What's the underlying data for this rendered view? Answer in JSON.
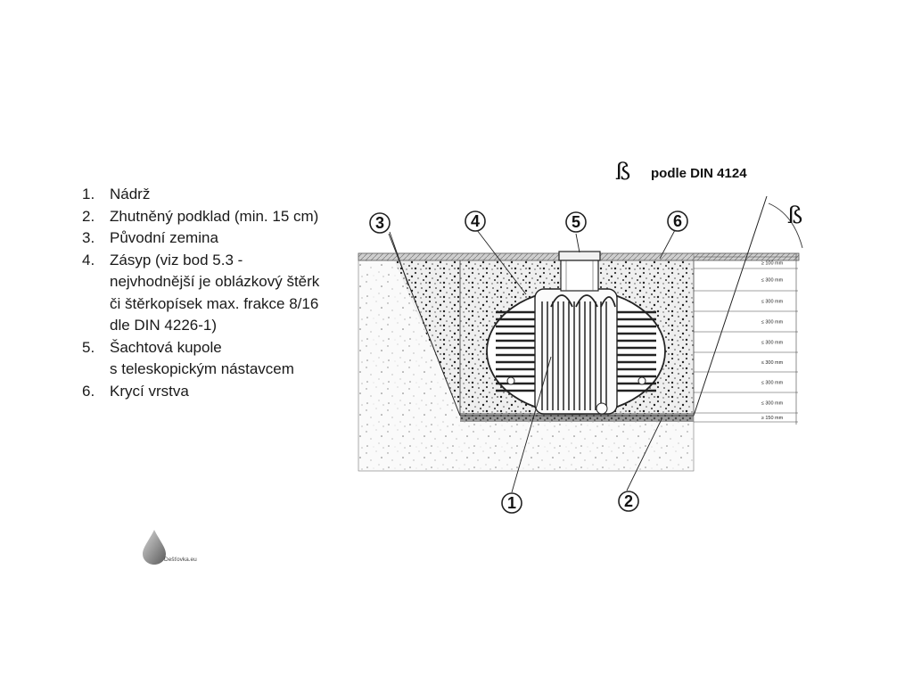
{
  "legend": [
    {
      "num": "1.",
      "lines": [
        "Nádrž"
      ]
    },
    {
      "num": "2.",
      "lines": [
        "Zhutněný podklad (min. 15 cm)"
      ]
    },
    {
      "num": "3.",
      "lines": [
        "Původní zemina"
      ]
    },
    {
      "num": "4.",
      "lines": [
        "Zásyp (viz bod 5.3 -",
        "nejvhodnější je oblázkový štěrk",
        "či štěrkopísek max. frakce 8/16",
        "dle DIN 4226-1)"
      ]
    },
    {
      "num": "5.",
      "lines": [
        "Šachtová kupole",
        "s teleskopickým nástavcem"
      ]
    },
    {
      "num": "6.",
      "lines": [
        "Krycí vrstva"
      ]
    }
  ],
  "diagram": {
    "title_symbol": "ß",
    "title": "podle DIN 4124",
    "angle_symbol": "ß",
    "callouts": [
      "1",
      "2",
      "3",
      "4",
      "5",
      "6"
    ],
    "layer_labels": [
      "≥ 100 mm",
      "≤ 300 mm",
      "≤ 300 mm",
      "≤ 300 mm",
      "≤ 300 mm",
      "≤ 300 mm",
      "≤ 300 mm",
      "≤ 300 mm",
      "≥ 150 mm"
    ]
  },
  "logo": {
    "text": "Dešťovka.eu",
    "color": "#7a7a7a"
  }
}
